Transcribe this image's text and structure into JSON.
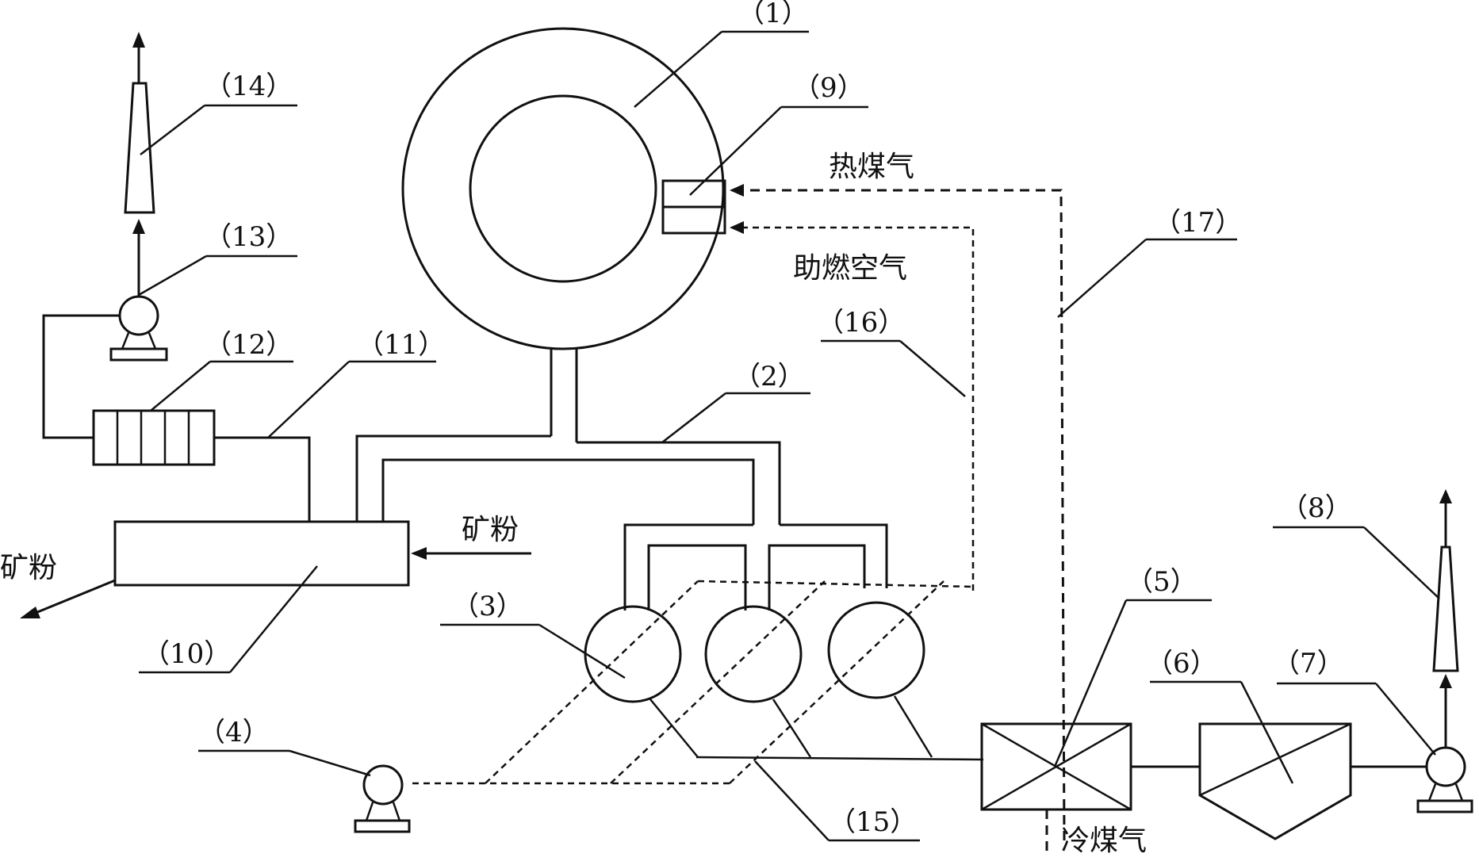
{
  "labels": {
    "l1": "（1）",
    "l2": "（2）",
    "l3": "（3）",
    "l4": "（4）",
    "l5": "（5）",
    "l6": "（6）",
    "l7": "（7）",
    "l8": "（8）",
    "l9": "（9）",
    "l10": "（10）",
    "l11": "（11）",
    "l12": "（12）",
    "l13": "（13）",
    "l14": "（14）",
    "l15": "（15）",
    "l16": "（16）",
    "l17": "（17）"
  },
  "text": {
    "hot_gas": "热煤气",
    "combustion_air": "助燃空气",
    "ore_powder_in": "矿粉",
    "ore_powder_out": "矿粉",
    "cold_gas": "冷煤气"
  }
}
